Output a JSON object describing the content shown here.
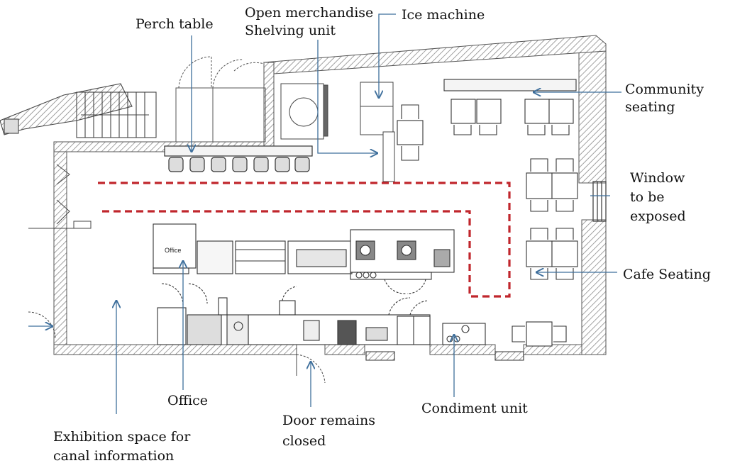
{
  "labels": {
    "perch_table": "Perch table",
    "open_merch_line1": "Open merchandise",
    "open_merch_line2": "Shelving unit",
    "ice_machine": "Ice machine",
    "community_line1": "Community",
    "community_line2": "seating",
    "window_line1": "Window",
    "window_line2": "to be",
    "window_line3": "exposed",
    "cafe_seating": "Cafe Seating",
    "office": "Office",
    "door_line1": "Door remains",
    "door_line2": "closed",
    "condiment_unit": "Condiment unit",
    "exhibition_line1": "Exhibition space for",
    "exhibition_line2": "canal information",
    "office_room_tag": "Office"
  },
  "colors": {
    "wall_hatch": "#8a8a8a",
    "route_dash": "#c0262c",
    "arrow": "#3e6f9c"
  }
}
